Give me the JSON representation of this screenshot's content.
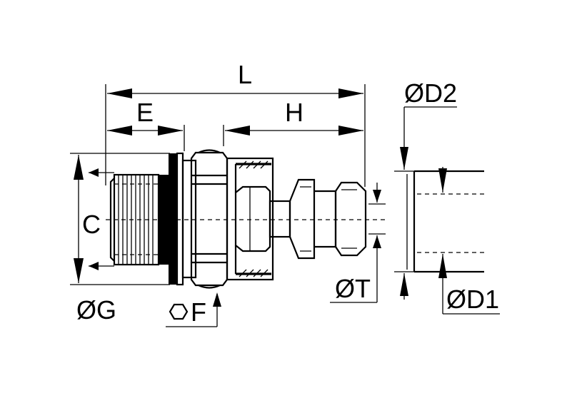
{
  "dimensions": {
    "L": "L",
    "E": "E",
    "H": "H",
    "C": "C",
    "G": "ØG",
    "F": "F",
    "T": "ØT",
    "D1": "ØD1",
    "D2": "ØD2"
  },
  "icons": {
    "hexagon": "hexagon-icon"
  }
}
